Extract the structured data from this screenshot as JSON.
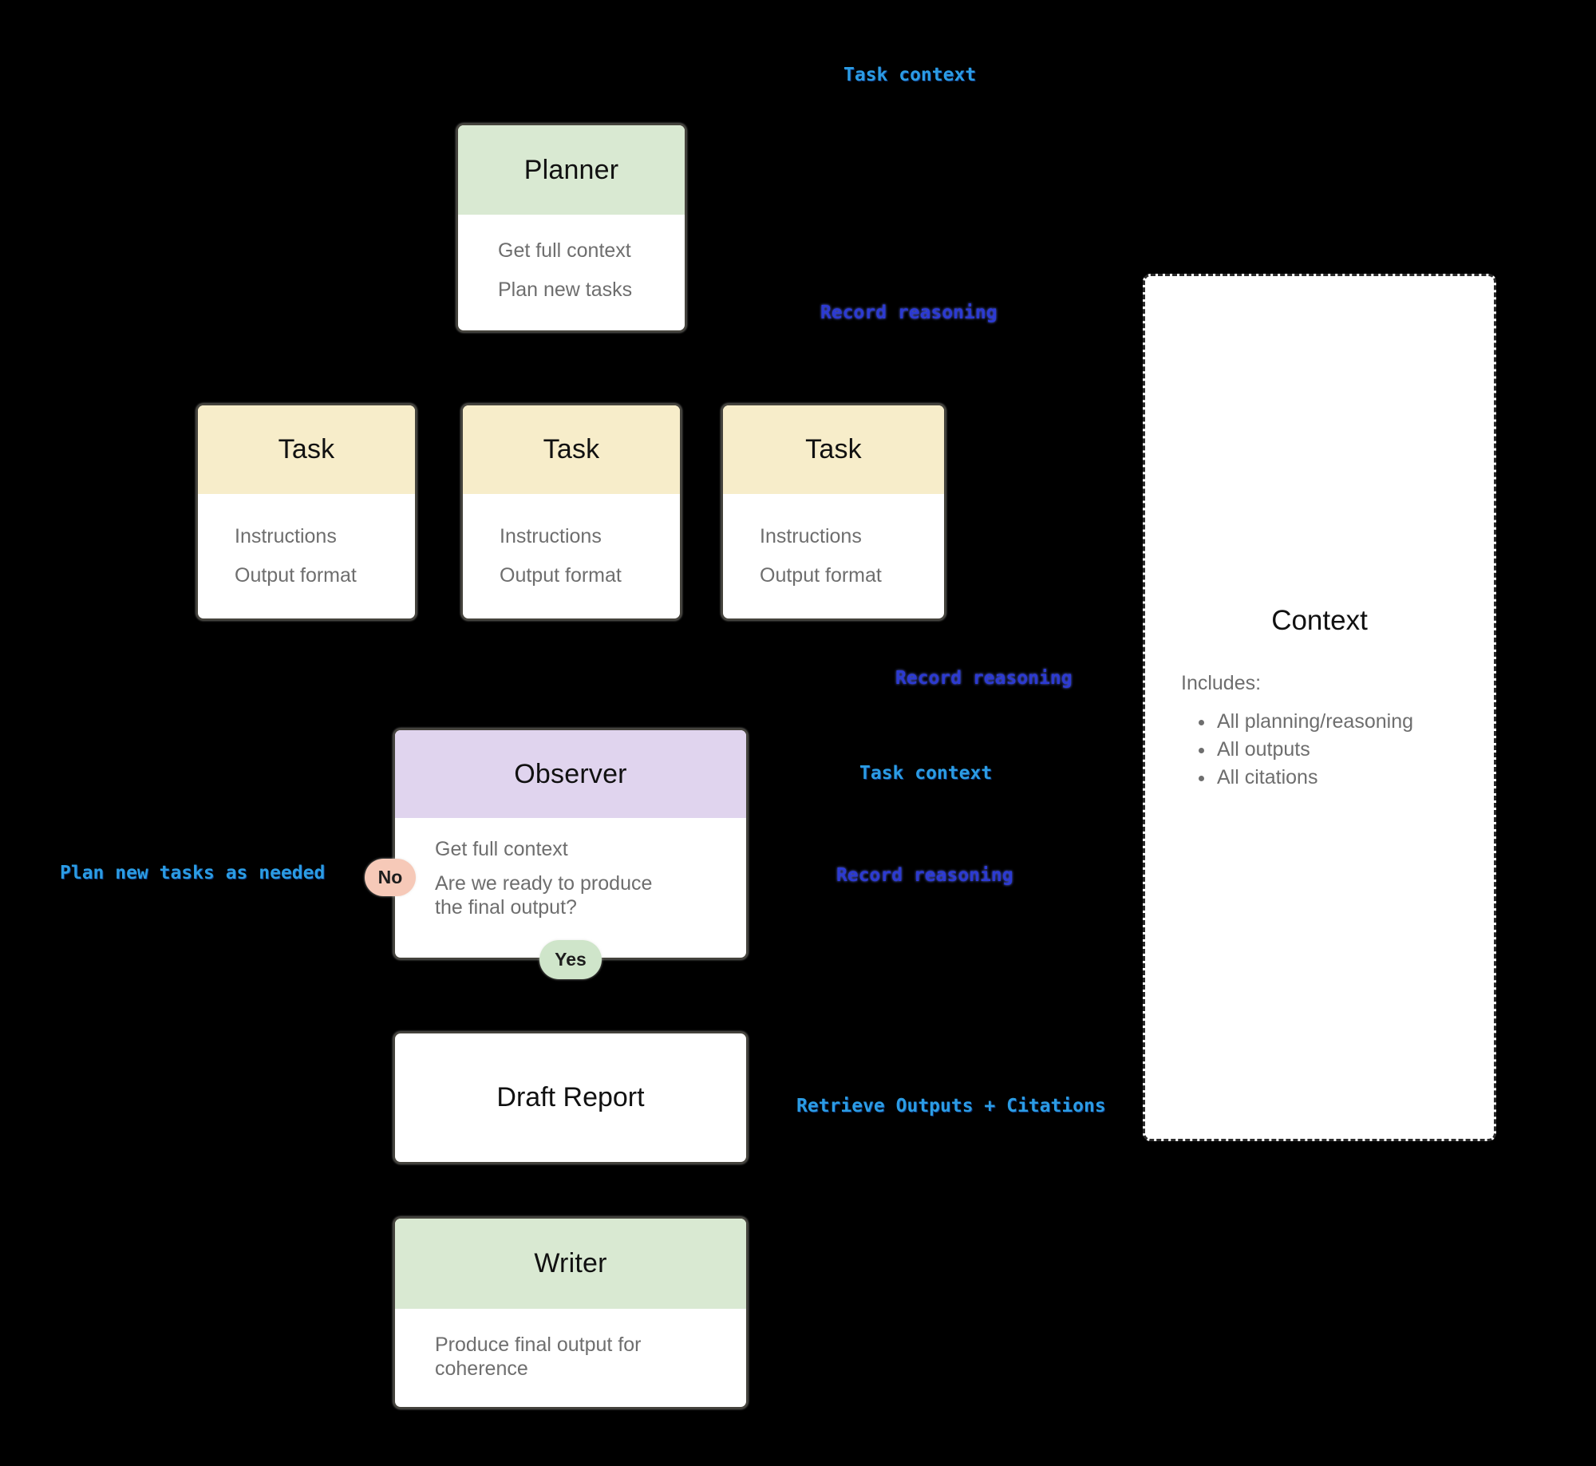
{
  "colors": {
    "background": "#000000",
    "planner_header": "#d9e9d2",
    "task_header": "#f7edca",
    "observer_header": "#e0d4ee",
    "writer_header": "#d9e9d2",
    "no_badge": "#f6c9b8",
    "yes_badge": "#cfe5ca",
    "label_cyan": "#2b9ce4",
    "label_indigo": "#2c3ad2",
    "body_text": "#6e6e6e"
  },
  "nodes": {
    "planner": {
      "title": "Planner",
      "lines": [
        "Get full context",
        "Plan new tasks"
      ]
    },
    "task1": {
      "title": "Task",
      "lines": [
        "Instructions",
        "Output format"
      ]
    },
    "task2": {
      "title": "Task",
      "lines": [
        "Instructions",
        "Output format"
      ]
    },
    "task3": {
      "title": "Task",
      "lines": [
        "Instructions",
        "Output format"
      ]
    },
    "observer": {
      "title": "Observer",
      "lines": [
        "Get full context",
        "Are we ready to produce the final output?"
      ]
    },
    "draft_report": {
      "title": "Draft Report"
    },
    "writer": {
      "title": "Writer",
      "lines": [
        "Produce final output for coherence"
      ]
    }
  },
  "badges": {
    "no": "No",
    "yes": "Yes"
  },
  "labels": {
    "task_context_top": "Task context",
    "record_reasoning_planner": "Record reasoning",
    "record_reasoning_tasks": "Record reasoning",
    "task_context_observer": "Task context",
    "record_reasoning_observer": "Record reasoning",
    "plan_new_tasks": "Plan new tasks as needed",
    "retrieve_outputs": "Retrieve Outputs + Citations"
  },
  "context_panel": {
    "title": "Context",
    "includes_label": "Includes:",
    "bullets": [
      "All planning/reasoning",
      "All outputs",
      "All citations"
    ]
  }
}
